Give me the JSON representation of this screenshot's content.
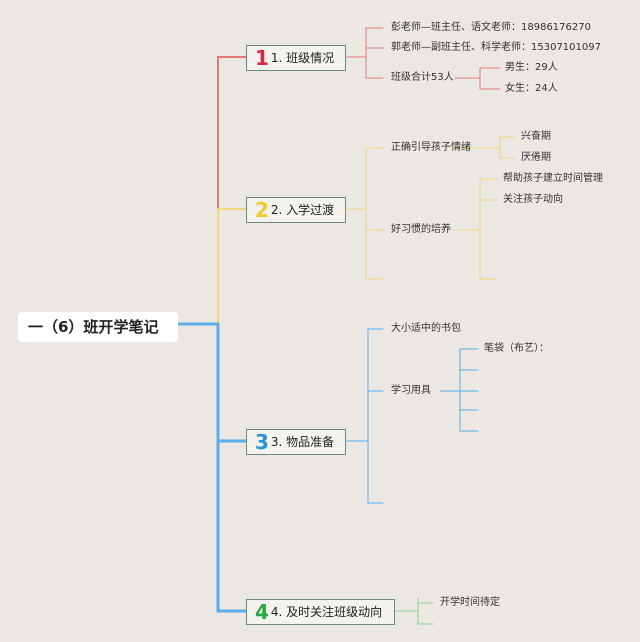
{
  "root": "一（6）班开学笔记",
  "colors": {
    "red": "#e4797a",
    "yellow": "#f3d682",
    "blue": "#5aade8",
    "green": "#8dd296",
    "num1": "#d8283f",
    "num2": "#f5c923",
    "num3": "#2a93d5",
    "num4": "#26a845"
  },
  "topics": [
    {
      "num": "1",
      "label": "1. 班级情况",
      "items": [
        "彭老师—班主任、语文老师：18986176270",
        "郭老师—副班主任、科学老师：15307101097",
        "班级合计53人"
      ],
      "sub": [
        "男生：29人",
        "女生：24人"
      ]
    },
    {
      "num": "2",
      "label": "2. 入学过渡",
      "items": [
        "正确引导孩子情绪",
        "好习惯的培养"
      ],
      "sub_emotion": [
        "兴奋期",
        "厌倦期"
      ],
      "sub_habit": [
        "帮助孩子建立时间管理",
        "关注孩子动向"
      ]
    },
    {
      "num": "3",
      "label": "3. 物品准备",
      "items": [
        "大小适中的书包",
        "学习用具"
      ],
      "sub": [
        "笔袋（布艺）："
      ]
    },
    {
      "num": "4",
      "label": "4. 及时关注班级动向",
      "items": [
        "开学时间待定"
      ]
    }
  ]
}
